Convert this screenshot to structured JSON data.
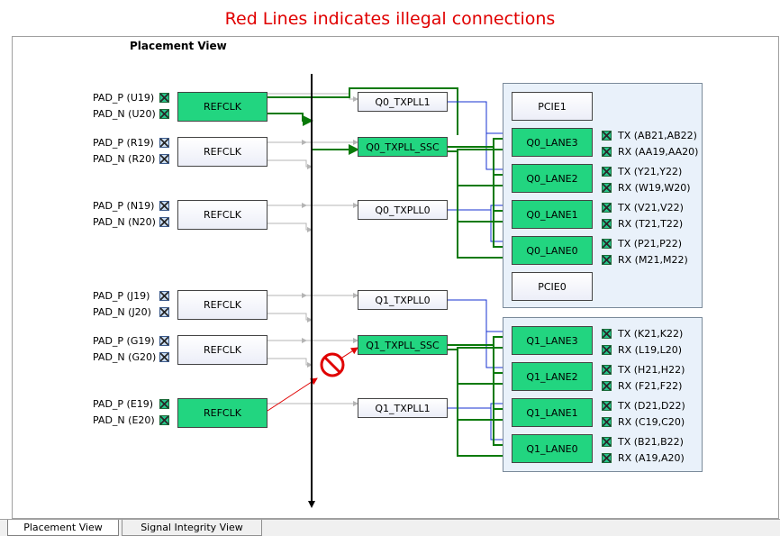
{
  "banner": "Red Lines indicates illegal connections",
  "view_title": "Placement View",
  "refclk_groups": [
    {
      "p": "PAD_P (U19)",
      "n": "PAD_N (U20)",
      "label": "REFCLK",
      "active": true
    },
    {
      "p": "PAD_P (R19)",
      "n": "PAD_N (R20)",
      "label": "REFCLK",
      "active": false
    },
    {
      "p": "PAD_P (N19)",
      "n": "PAD_N (N20)",
      "label": "REFCLK",
      "active": false
    },
    {
      "p": "PAD_P (J19)",
      "n": "PAD_N (J20)",
      "label": "REFCLK",
      "active": false
    },
    {
      "p": "PAD_P (G19)",
      "n": "PAD_N (G20)",
      "label": "REFCLK",
      "active": false
    },
    {
      "p": "PAD_P (E19)",
      "n": "PAD_N (E20)",
      "label": "REFCLK",
      "active": true
    }
  ],
  "plls": [
    {
      "label": "Q0_TXPLL1",
      "active": false
    },
    {
      "label": "Q0_TXPLL_SSC",
      "active": true
    },
    {
      "label": "Q0_TXPLL0",
      "active": false
    },
    {
      "label": "Q1_TXPLL0",
      "active": false
    },
    {
      "label": "Q1_TXPLL_SSC",
      "active": true
    },
    {
      "label": "Q1_TXPLL1",
      "active": false
    }
  ],
  "quad0": {
    "pcie_top": "PCIE1",
    "pcie_bottom": "PCIE0",
    "lanes": [
      {
        "label": "Q0_LANE3",
        "tx": "TX (AB21,AB22)",
        "rx": "RX (AA19,AA20)"
      },
      {
        "label": "Q0_LANE2",
        "tx": "TX (Y21,Y22)",
        "rx": "RX (W19,W20)"
      },
      {
        "label": "Q0_LANE1",
        "tx": "TX (V21,V22)",
        "rx": "RX (T21,T22)"
      },
      {
        "label": "Q0_LANE0",
        "tx": "TX (P21,P22)",
        "rx": "RX (M21,M22)"
      }
    ]
  },
  "quad1": {
    "lanes": [
      {
        "label": "Q1_LANE3",
        "tx": "TX (K21,K22)",
        "rx": "RX (L19,L20)"
      },
      {
        "label": "Q1_LANE2",
        "tx": "TX (H21,H22)",
        "rx": "RX (F21,F22)"
      },
      {
        "label": "Q1_LANE1",
        "tx": "TX (D21,D22)",
        "rx": "RX (C19,C20)"
      },
      {
        "label": "Q1_LANE0",
        "tx": "TX (B21,B22)",
        "rx": "RX (A19,A20)"
      }
    ]
  },
  "tabs": [
    {
      "label": "Placement View",
      "selected": true
    },
    {
      "label": "Signal Integrity View",
      "selected": false
    }
  ],
  "colors": {
    "banner": "#e00000",
    "active_block": "#22d580",
    "active_wire": "#0a7a0a",
    "inactive_wire": "#b4b4b4",
    "tx_wire": "#1530d0",
    "illegal_wire": "#e00000"
  },
  "icons": {
    "illegal_marker": "no-entry-icon",
    "pin": "pin-cross-icon"
  }
}
